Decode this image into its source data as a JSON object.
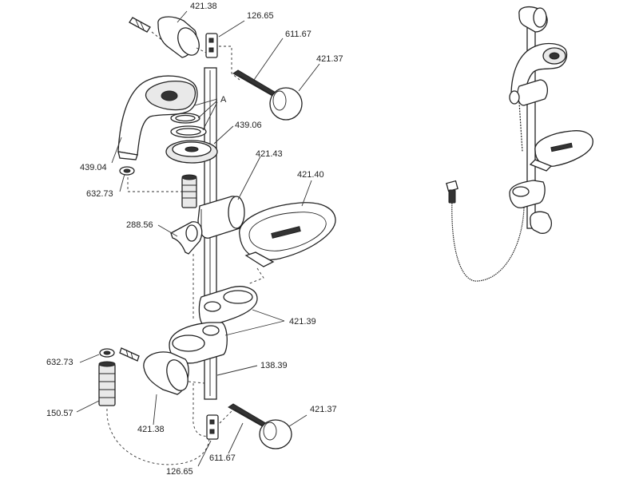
{
  "labels": {
    "end_holder_top": "421.38",
    "slider_top": "126.65",
    "screw_top": "611.67",
    "cover_cap_top": "421.37",
    "washers": "A",
    "spray_plate": "439.06",
    "slider_body": "421.43",
    "soap_dish": "421.40",
    "handset": "439.04",
    "washer_handset": "632.73",
    "holder_288": "288.56",
    "dish_holders": "421.39",
    "washer_lower": "632.73",
    "rail": "138.39",
    "hose_nut": "150.57",
    "end_holder_bottom": "421.38",
    "cover_cap_bottom": "421.37",
    "screw_bottom": "611.67",
    "slider_bottom": "126.65"
  }
}
